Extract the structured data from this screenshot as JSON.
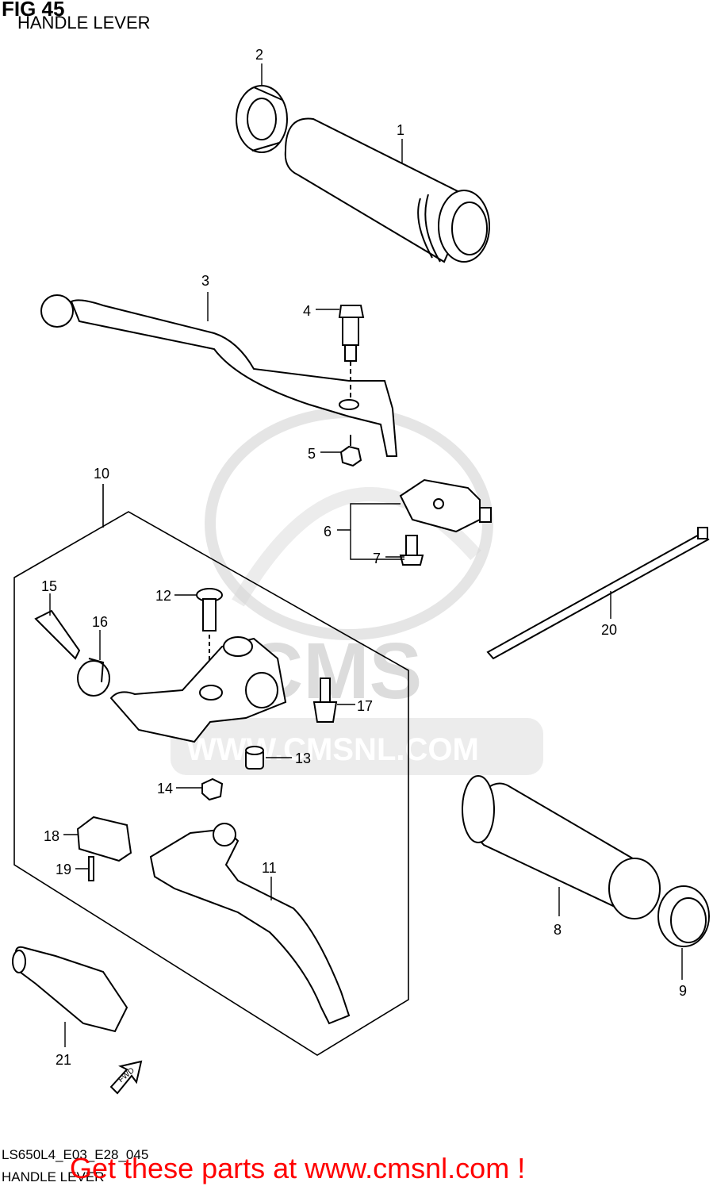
{
  "header": {
    "fig": "FIG 45",
    "subtitle": "HANDLE LEVER"
  },
  "footer": {
    "code": "LS650L4_E03_E28_045",
    "name": "HANDLE LEVER"
  },
  "promo": "Get these parts at www.cmsnl.com !",
  "watermark": {
    "brand": "CMS",
    "url": "WWW.CMSNL.COM"
  },
  "callouts": [
    "1",
    "2",
    "3",
    "4",
    "5",
    "6",
    "7",
    "8",
    "9",
    "10",
    "11",
    "12",
    "13",
    "14",
    "15",
    "16",
    "17",
    "18",
    "19",
    "20",
    "21"
  ],
  "fwd_label": "FWD",
  "colors": {
    "ink": "#000000",
    "promo": "#ff0000",
    "watermark": "#d8d8d8"
  }
}
